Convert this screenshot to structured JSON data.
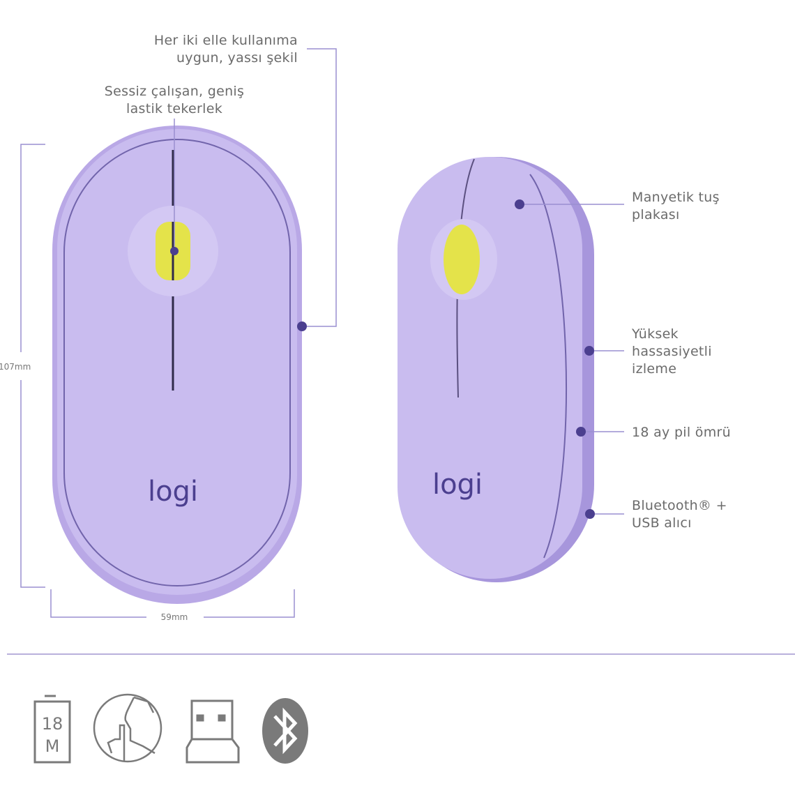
{
  "callouts": {
    "flat_shape": [
      "Her iki elle kullanıma",
      "uygun, yassı şekil"
    ],
    "scroll_wheel": [
      "Sessiz çalışan, geniş",
      "lastik tekerlek"
    ],
    "magnetic_top": [
      "Manyetik tuş",
      "plakası"
    ],
    "tracking": [
      "Yüksek",
      "hassasiyetli",
      "izleme"
    ],
    "battery": [
      "18 ay pil ömrü"
    ],
    "connectivity": [
      "Bluetooth® +",
      "USB alıcı"
    ]
  },
  "dimensions": {
    "height": "107mm",
    "width": "59mm"
  },
  "brand_logo": "logi",
  "feature_icons": [
    {
      "name": "battery-18-months-icon",
      "text": [
        "18",
        "M"
      ]
    },
    {
      "name": "silent-click-icon"
    },
    {
      "name": "usb-receiver-icon"
    },
    {
      "name": "bluetooth-icon"
    }
  ],
  "colors": {
    "body": "#c8baee",
    "accent_yellow": "#e4e34a",
    "line": "#9a8fd0",
    "dot": "#4b3f8f",
    "text": "#6b6b6b"
  }
}
